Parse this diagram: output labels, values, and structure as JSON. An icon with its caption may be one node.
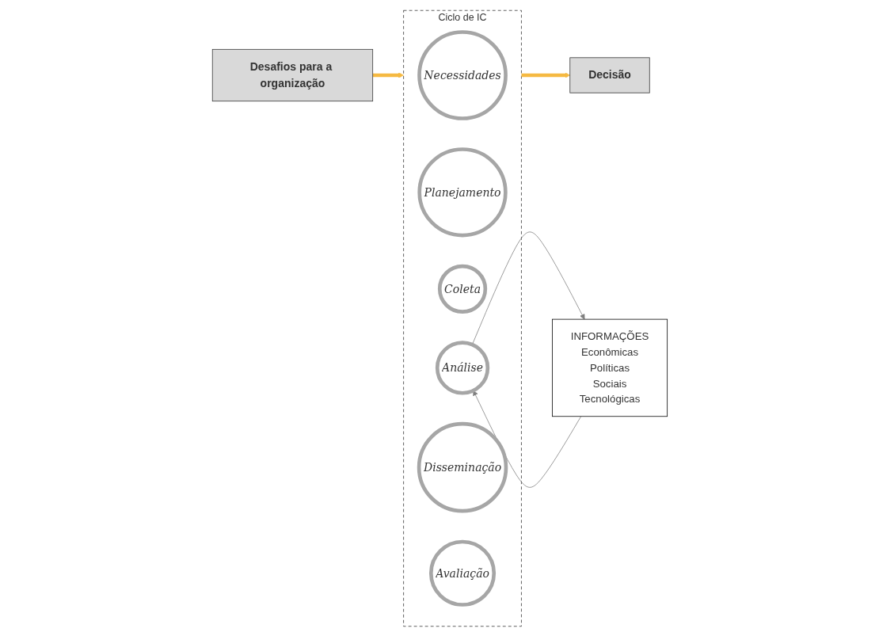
{
  "diagram": {
    "nodes": [
      {
        "text": [
          "Ciclo de IC"
        ]
      },
      {
        "text": [
          "Necessidades"
        ],
        "in": 0
      },
      {
        "text": [
          "Planejamento"
        ],
        "in": 0
      },
      {
        "text": [
          "Coleta"
        ],
        "in": 0
      },
      {
        "text": [
          "Análise"
        ],
        "in": 0
      },
      {
        "text": [
          "Disseminação"
        ],
        "in": 0
      },
      {
        "text": [
          "Avaliação"
        ],
        "in": 0
      },
      {
        "text": [
          "Desafios para a organização"
        ]
      },
      {
        "text": [
          "Decisão"
        ]
      },
      {
        "text": [
          "INFORMAÇÕES",
          "Econômicas",
          "Políticas",
          "Sociais",
          "Tecnológicas"
        ]
      }
    ],
    "edges": [
      {
        "from": 7,
        "to": 0,
        "arrow": "to",
        "style": "thick",
        "color": "#f5b942"
      },
      {
        "from": 0,
        "to": 8,
        "arrow": "to",
        "style": "thick",
        "color": "#f5b942"
      },
      {
        "from": 9,
        "to": 4,
        "arrow": "to",
        "color": "#808080"
      },
      {
        "from": 4,
        "to": 9,
        "arrow": "to",
        "color": "#808080"
      }
    ]
  }
}
